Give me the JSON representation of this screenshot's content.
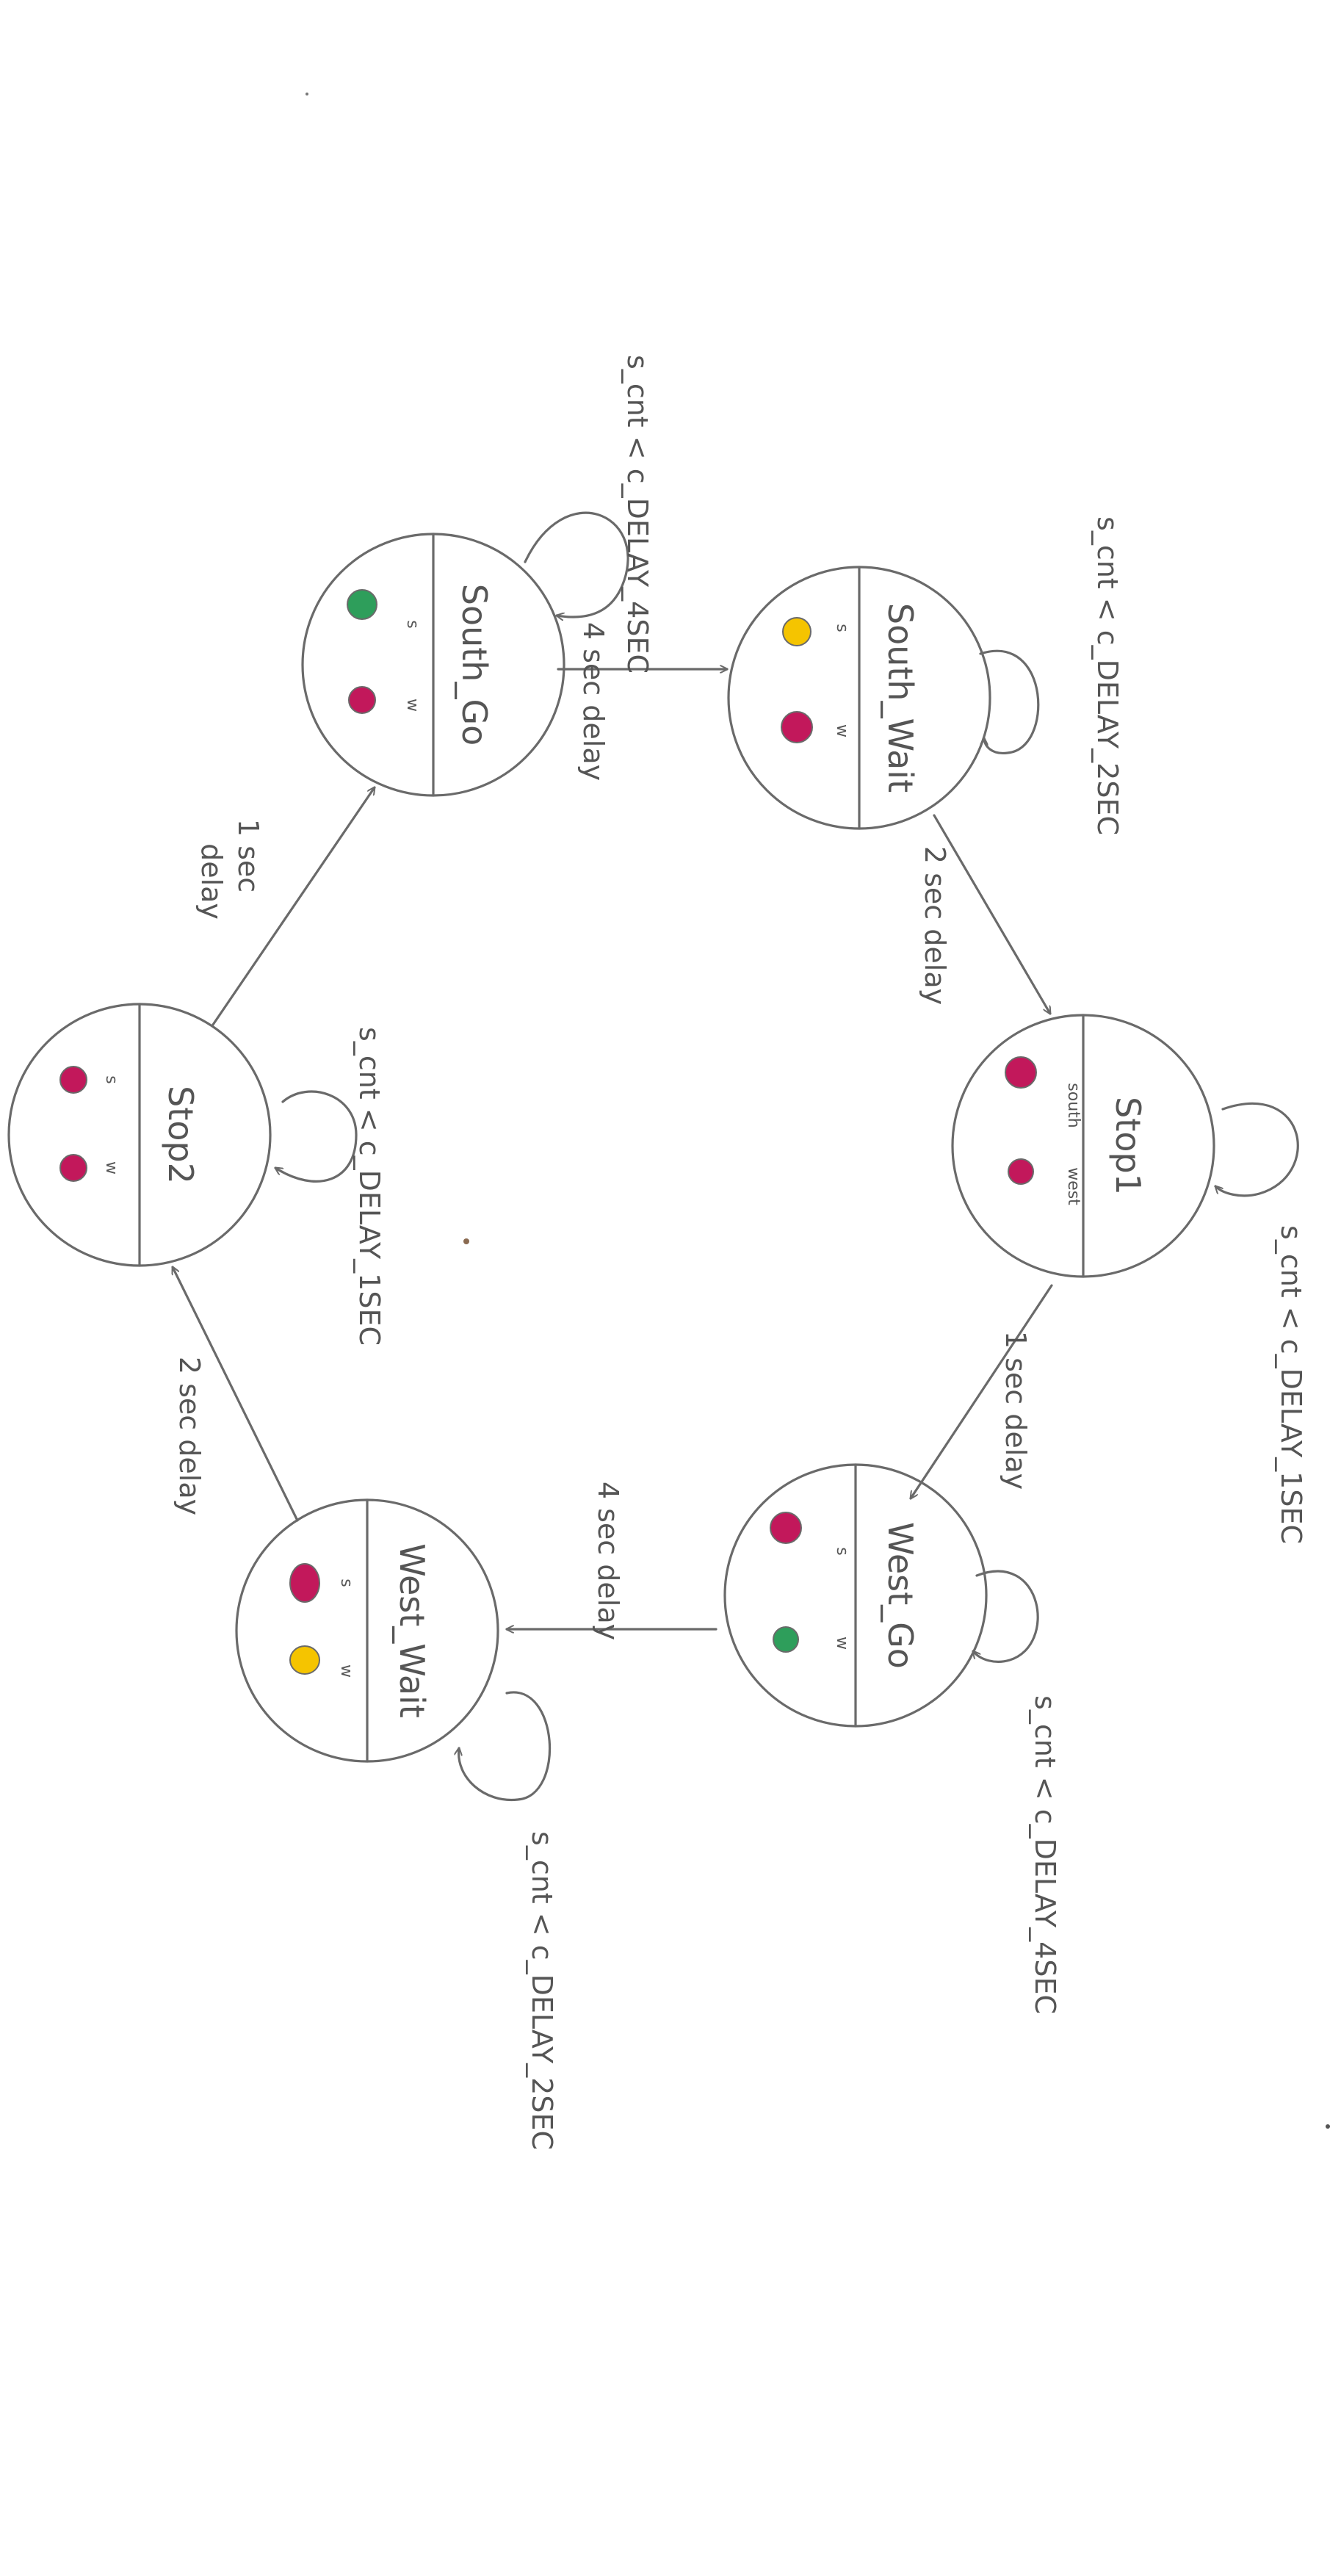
{
  "colors": {
    "ink": "#6a6a6a",
    "red": "#c2185b",
    "green": "#2e9e5b",
    "yellow": "#f5c400"
  },
  "states": {
    "south_go": {
      "name": "South_Go",
      "light_s": "s",
      "light_w": "w",
      "s_color": "green",
      "w_color": "red"
    },
    "south_wait": {
      "name": "South_Wait",
      "light_s": "s",
      "light_w": "w",
      "s_color": "yellow",
      "w_color": "red"
    },
    "stop1": {
      "name": "Stop1",
      "light_s": "south",
      "light_w": "west",
      "s_color": "red",
      "w_color": "red"
    },
    "west_go": {
      "name": "West_Go",
      "light_s": "s",
      "light_w": "w",
      "s_color": "red",
      "w_color": "green"
    },
    "west_wait": {
      "name": "West_Wait",
      "light_s": "s",
      "light_w": "w",
      "s_color": "red",
      "w_color": "yellow"
    },
    "stop2": {
      "name": "Stop2",
      "light_s": "s",
      "light_w": "w",
      "s_color": "red",
      "w_color": "red"
    }
  },
  "transitions": {
    "south_go_to_south_wait": "4 sec delay",
    "south_wait_to_stop1": "2 sec delay",
    "stop1_to_west_go": "1 sec delay",
    "west_go_to_west_wait": "4 sec delay",
    "west_wait_to_stop2": "2 sec delay",
    "stop2_to_south_go_line1": "1 sec",
    "stop2_to_south_go_line2": "delay"
  },
  "self_loops": {
    "south_go": "s_cnt < c_DELAY_4SEC",
    "south_wait": "s_cnt < c_DELAY_2SEC",
    "stop1": "s_cnt < c_DELAY_1SEC",
    "west_go": "s_cnt < c_DELAY_4SEC",
    "west_wait": "s_cnt < c_DELAY_2SEC",
    "stop2": "s_cnt < c_DELAY_1SEC"
  }
}
